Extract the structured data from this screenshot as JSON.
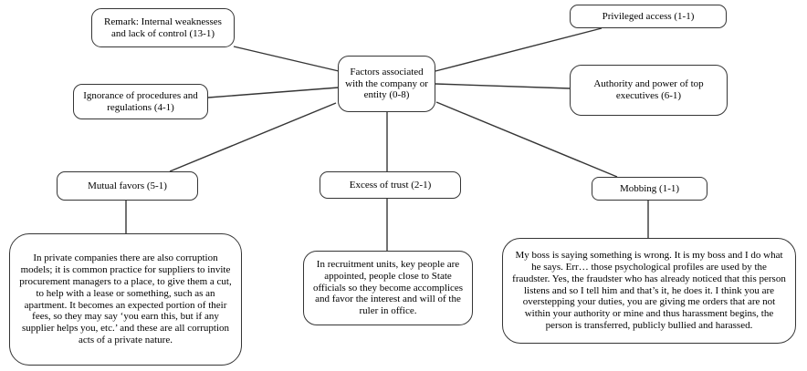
{
  "diagram": {
    "type": "concept-map",
    "colors": {
      "background": "#ffffff",
      "line": "#353535",
      "border": "#353535",
      "text": "#000000"
    }
  },
  "nodes": {
    "central": {
      "label": "Factors associated with the company or entity (0-8)"
    },
    "remark": {
      "label": "Remark: Internal weaknesses and lack of control (13-1)"
    },
    "privileged": {
      "label": "Privileged access (1-1)"
    },
    "ignorance": {
      "label": "Ignorance of procedures and regulations (4-1)"
    },
    "authority": {
      "label": "Authority and power of top executives (6-1)"
    },
    "mutual": {
      "label": "Mutual favors (5-1)"
    },
    "excess": {
      "label": "Excess of trust (2-1)"
    },
    "mobbing": {
      "label": "Mobbing (1-1)"
    },
    "quote_mutual": {
      "label": "In private companies there are also corruption models; it is common practice for suppliers to invite procurement managers to a place, to give them a cut, to help with a lease or something, such as an apartment. It becomes an expected portion of their fees, so they may say ‘you earn this, but if any supplier helps you, etc.’ and these are all corruption acts of a private nature."
    },
    "quote_excess": {
      "label": "In recruitment units, key people are appointed, people close to State officials so they become accomplices and favor the interest and will of the ruler in office."
    },
    "quote_mobbing": {
      "label": "My boss is saying something is wrong. It is my boss and I do what he says. Err… those psychological profiles are used by the fraudster. Yes, the fraudster who has already noticed that this person listens and so I tell him and that’s it, he does it. I think you are overstepping your duties, you are giving me orders that are not within your authority or mine and thus harassment begins, the person is transferred, publicly bullied and harassed."
    }
  },
  "edges": [
    {
      "from": "remark",
      "to": "central"
    },
    {
      "from": "ignorance",
      "to": "central"
    },
    {
      "from": "central",
      "to": "mutual"
    },
    {
      "from": "central",
      "to": "excess"
    },
    {
      "from": "central",
      "to": "privileged"
    },
    {
      "from": "central",
      "to": "authority"
    },
    {
      "from": "central",
      "to": "mobbing"
    },
    {
      "from": "mutual",
      "to": "quote_mutual"
    },
    {
      "from": "excess",
      "to": "quote_excess"
    },
    {
      "from": "mobbing",
      "to": "quote_mobbing"
    }
  ]
}
